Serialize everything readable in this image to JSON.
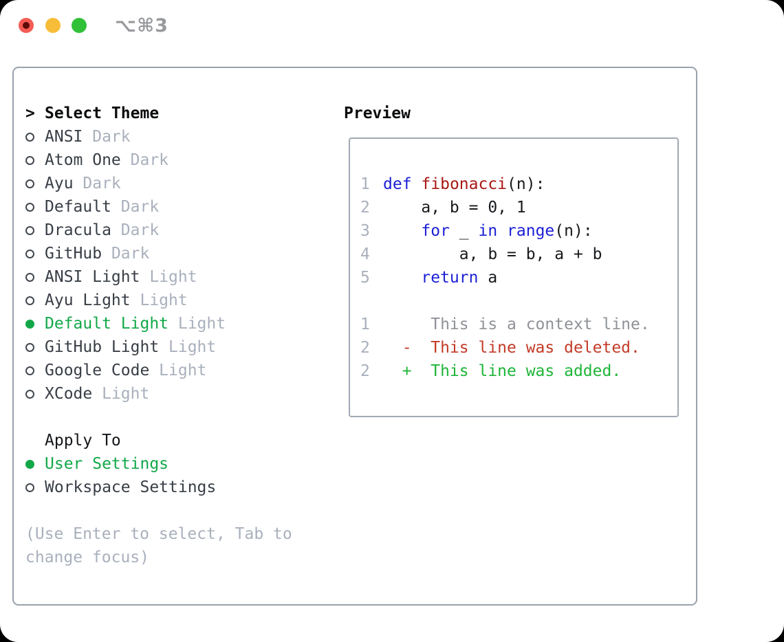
{
  "titlebar": {
    "shortcut": "⌥⌘3",
    "buttons": [
      "close",
      "minimize",
      "zoom"
    ]
  },
  "colors": {
    "selection_green": "#12a849",
    "added_green": "#1eb538",
    "deleted_red": "#c33b28",
    "keyword_blue": "#1b1fd6",
    "function_red": "#a81713",
    "muted_gray": "#a9b0bc",
    "traffic_red": "#f45b55",
    "traffic_yellow": "#f7bd38",
    "traffic_green": "#31c138",
    "panel_border": "#99a1ac"
  },
  "theme_list": {
    "header_marker": ">",
    "header": "Select Theme",
    "items": [
      {
        "name": "ANSI",
        "variant": "Dark",
        "selected": false
      },
      {
        "name": "Atom One",
        "variant": "Dark",
        "selected": false
      },
      {
        "name": "Ayu",
        "variant": "Dark",
        "selected": false
      },
      {
        "name": "Default",
        "variant": "Dark",
        "selected": false
      },
      {
        "name": "Dracula",
        "variant": "Dark",
        "selected": false
      },
      {
        "name": "GitHub",
        "variant": "Dark",
        "selected": false
      },
      {
        "name": "ANSI Light",
        "variant": "Light",
        "selected": false
      },
      {
        "name": "Ayu Light",
        "variant": "Light",
        "selected": false
      },
      {
        "name": "Default Light",
        "variant": "Light",
        "selected": true
      },
      {
        "name": "GitHub Light",
        "variant": "Light",
        "selected": false
      },
      {
        "name": "Google Code",
        "variant": "Light",
        "selected": false
      },
      {
        "name": "XCode",
        "variant": "Light",
        "selected": false
      }
    ]
  },
  "apply_to": {
    "header": "Apply To",
    "options": [
      {
        "name": "User Settings",
        "selected": true
      },
      {
        "name": "Workspace Settings",
        "selected": false
      }
    ]
  },
  "hint": "(Use Enter to select, Tab to change focus)",
  "preview": {
    "header": "Preview",
    "lines": [
      {
        "n": "1",
        "t": [
          {
            "s": "def",
            "c": "kw"
          },
          {
            "s": " ",
            "c": "pl"
          },
          {
            "s": "fibonacci",
            "c": "fn"
          },
          {
            "s": "(n):",
            "c": "pl"
          }
        ]
      },
      {
        "n": "2",
        "t": [
          {
            "s": "    a, b = 0, 1",
            "c": "pl"
          }
        ]
      },
      {
        "n": "3",
        "t": [
          {
            "s": "    ",
            "c": "pl"
          },
          {
            "s": "for",
            "c": "kw"
          },
          {
            "s": " _ ",
            "c": "pl"
          },
          {
            "s": "in",
            "c": "kw"
          },
          {
            "s": " ",
            "c": "pl"
          },
          {
            "s": "range",
            "c": "kw"
          },
          {
            "s": "(n):",
            "c": "pl"
          }
        ]
      },
      {
        "n": "4",
        "t": [
          {
            "s": "        a, b = b, a + b",
            "c": "pl"
          }
        ]
      },
      {
        "n": "5",
        "t": [
          {
            "s": "    ",
            "c": "pl"
          },
          {
            "s": "return",
            "c": "kw"
          },
          {
            "s": " a",
            "c": "pl"
          }
        ]
      },
      {
        "n": "",
        "t": []
      },
      {
        "n": "1",
        "t": [
          {
            "s": "     This is a context line.",
            "c": "ctx"
          }
        ]
      },
      {
        "n": "2",
        "t": [
          {
            "s": "  -  This line was deleted.",
            "c": "del"
          }
        ]
      },
      {
        "n": "2",
        "t": [
          {
            "s": "  +  This line was added.",
            "c": "add"
          }
        ]
      }
    ]
  }
}
